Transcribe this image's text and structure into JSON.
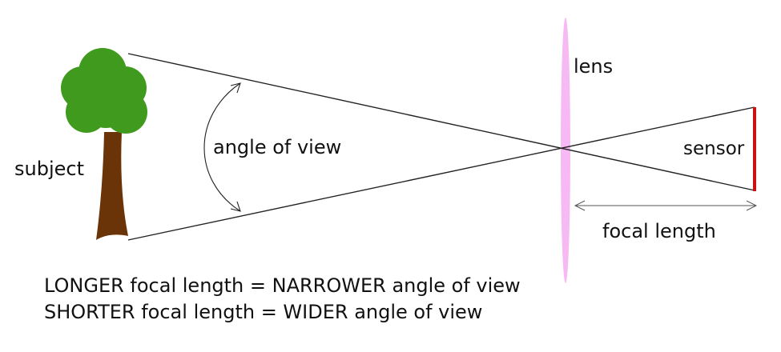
{
  "labels": {
    "subject": "subject",
    "angle_of_view": "angle of view",
    "lens": "lens",
    "sensor": "sensor",
    "focal_length": "focal length"
  },
  "captions": [
    "LONGER focal length = NARROWER angle of view",
    "SHORTER focal length = WIDER angle of view"
  ],
  "colors": {
    "lens": "#f7b9f3",
    "sensor": "#cc1111",
    "foliage": "#3f9a1e",
    "trunk": "#6b3408",
    "line": "#222222"
  }
}
